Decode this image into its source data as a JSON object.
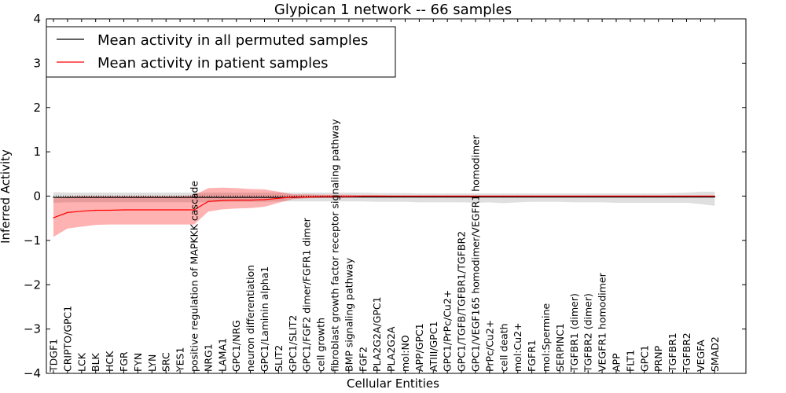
{
  "chart_data": {
    "type": "line",
    "title": "Glypican 1 network -- 66 samples",
    "xlabel": "Cellular Entities",
    "ylabel": "Inferred Activity",
    "ylim": [
      -4,
      4
    ],
    "yticks": [
      "4",
      "3",
      "2",
      "1",
      "0",
      "−1",
      "−2",
      "−3",
      "−4"
    ],
    "grid": false,
    "legend_position": "top-left",
    "categories": [
      "TDGF1",
      "CRIPTO/GPC1",
      "LCK",
      "BLK",
      "HCK",
      "FGR",
      "FYN",
      "LYN",
      "SRC",
      "YES1",
      "positive regulation of MAPKKK cascade",
      "NRG1",
      "LAMA1",
      "GPC1/NRG",
      "neuron differentiation",
      "GPC1/Laminin alpha1",
      "SLIT2",
      "GPC1/SLIT2",
      "GPC1/FGF2 dimer/FGFR1 dimer",
      "cell growth",
      "fibroblast growth factor receptor signaling pathway",
      "BMP signaling pathway",
      "FGF2",
      "PLA2G2A/GPC1",
      "PLA2G2A",
      "mol:NO",
      "APP/GPC1",
      "ATIII/GPC1",
      "GPC1/PrPc/Cu2+",
      "GPC1/TGFB/TGFBR1/TGFBR2",
      "GPC1/VEGF165 homodimer/VEGFR1 homodimer",
      "PrPc/Cu2+",
      "cell death",
      "mol:Cu2+",
      "FGFR1",
      "mol:Spermine",
      "SERPINC1",
      "TGFBR1 (dimer)",
      "TGFBR2 (dimer)",
      "VEGFR1 homodimer",
      "APP",
      "FLT1",
      "GPC1",
      "PRNP",
      "TGFBR1",
      "TGFBR2",
      "VEGFA",
      "SMAD2"
    ],
    "series": [
      {
        "name": "Mean activity in all permuted samples",
        "color": "#000000",
        "values": [
          -0.03,
          -0.03,
          -0.03,
          -0.03,
          -0.03,
          -0.03,
          -0.03,
          -0.03,
          -0.03,
          -0.03,
          -0.03,
          -0.03,
          -0.03,
          -0.03,
          -0.03,
          -0.03,
          -0.03,
          -0.03,
          -0.02,
          -0.02,
          -0.02,
          -0.02,
          -0.02,
          -0.02,
          -0.02,
          -0.02,
          -0.02,
          -0.02,
          -0.02,
          -0.02,
          -0.02,
          -0.02,
          -0.02,
          -0.02,
          -0.02,
          -0.02,
          -0.02,
          -0.02,
          -0.02,
          -0.02,
          -0.02,
          -0.02,
          -0.02,
          -0.02,
          -0.02,
          -0.02,
          -0.02,
          -0.02
        ],
        "band_low": [
          -0.15,
          -0.14,
          -0.14,
          -0.14,
          -0.14,
          -0.14,
          -0.14,
          -0.14,
          -0.14,
          -0.14,
          -0.14,
          -0.14,
          -0.13,
          -0.13,
          -0.13,
          -0.13,
          -0.12,
          -0.12,
          -0.12,
          -0.12,
          -0.12,
          -0.12,
          -0.12,
          -0.13,
          -0.13,
          -0.13,
          -0.14,
          -0.14,
          -0.14,
          -0.14,
          -0.15,
          -0.14,
          -0.16,
          -0.14,
          -0.13,
          -0.13,
          -0.13,
          -0.14,
          -0.14,
          -0.14,
          -0.15,
          -0.15,
          -0.15,
          -0.15,
          -0.15,
          -0.15,
          -0.18,
          -0.22
        ],
        "band_high": [
          0.09,
          0.08,
          0.08,
          0.08,
          0.08,
          0.08,
          0.08,
          0.08,
          0.08,
          0.08,
          0.08,
          0.08,
          0.08,
          0.08,
          0.08,
          0.08,
          0.08,
          0.08,
          0.08,
          0.08,
          0.08,
          0.08,
          0.08,
          0.07,
          0.07,
          0.07,
          0.06,
          0.06,
          0.06,
          0.06,
          0.06,
          0.06,
          0.06,
          0.06,
          0.06,
          0.06,
          0.06,
          0.06,
          0.06,
          0.06,
          0.06,
          0.06,
          0.06,
          0.06,
          0.07,
          0.08,
          0.1,
          0.1
        ]
      },
      {
        "name": "Mean activity in patient samples",
        "color": "#ff0000",
        "values": [
          -0.49,
          -0.37,
          -0.34,
          -0.32,
          -0.32,
          -0.31,
          -0.31,
          -0.31,
          -0.31,
          -0.31,
          -0.31,
          -0.12,
          -0.1,
          -0.09,
          -0.09,
          -0.08,
          -0.05,
          -0.02,
          -0.02,
          -0.01,
          -0.01,
          -0.01,
          0.0,
          0.0,
          0.0,
          0.0,
          0.0,
          0.0,
          0.0,
          0.0,
          0.0,
          0.0,
          0.0,
          0.0,
          0.0,
          0.0,
          0.0,
          0.0,
          0.0,
          0.0,
          0.0,
          0.0,
          0.0,
          0.0,
          0.0,
          0.0,
          0.0,
          0.0
        ],
        "band_low": [
          -0.92,
          -0.73,
          -0.69,
          -0.65,
          -0.64,
          -0.64,
          -0.64,
          -0.64,
          -0.64,
          -0.64,
          -0.64,
          -0.35,
          -0.3,
          -0.28,
          -0.27,
          -0.24,
          -0.15,
          -0.07,
          -0.05,
          -0.04,
          -0.04,
          -0.03,
          -0.02,
          -0.02,
          -0.02,
          -0.01,
          -0.01,
          -0.01,
          -0.01,
          -0.01,
          -0.01,
          -0.01,
          -0.01,
          -0.01,
          -0.01,
          -0.01,
          -0.01,
          -0.01,
          -0.01,
          -0.01,
          -0.01,
          -0.01,
          -0.01,
          -0.01,
          -0.01,
          -0.01,
          -0.01,
          -0.01
        ],
        "band_high": [
          -0.05,
          -0.01,
          0.0,
          0.0,
          0.0,
          0.0,
          0.0,
          0.0,
          0.0,
          0.0,
          0.02,
          0.18,
          0.19,
          0.18,
          0.16,
          0.15,
          0.1,
          0.04,
          0.04,
          0.03,
          0.03,
          0.03,
          0.02,
          0.02,
          0.01,
          0.01,
          0.01,
          0.01,
          0.01,
          0.01,
          0.01,
          0.01,
          0.01,
          0.01,
          0.01,
          0.01,
          0.01,
          0.01,
          0.01,
          0.01,
          0.01,
          0.01,
          0.01,
          0.01,
          0.01,
          0.01,
          0.01,
          0.01
        ]
      }
    ]
  }
}
